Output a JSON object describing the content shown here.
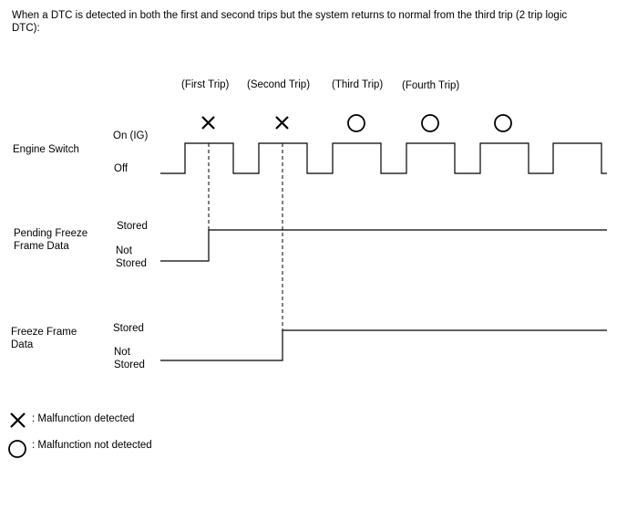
{
  "intro": "When a DTC is detected in both the first and second trips but the system returns to normal from the third trip (2 trip logic DTC):",
  "trips": [
    "(First Trip)",
    "(Second Trip)",
    "(Third Trip)",
    "(Fourth Trip)"
  ],
  "engine_switch": {
    "label": "Engine Switch",
    "on_label": "On (IG)",
    "off_label": "Off"
  },
  "pending": {
    "label_line1": "Pending Freeze",
    "label_line2": "Frame Data",
    "stored": "Stored",
    "not_line1": "Not",
    "not_line2": "Stored"
  },
  "freeze": {
    "label_line1": "Freeze Frame",
    "label_line2": "Data",
    "stored": "Stored",
    "not_line1": "Not",
    "not_line2": "Stored"
  },
  "trip_results": [
    "malfunction-detected",
    "malfunction-detected",
    "malfunction-not-detected",
    "malfunction-not-detected",
    "malfunction-not-detected"
  ],
  "legend": {
    "detected": ": Malfunction detected",
    "not_detected": ": Malfunction not detected"
  }
}
